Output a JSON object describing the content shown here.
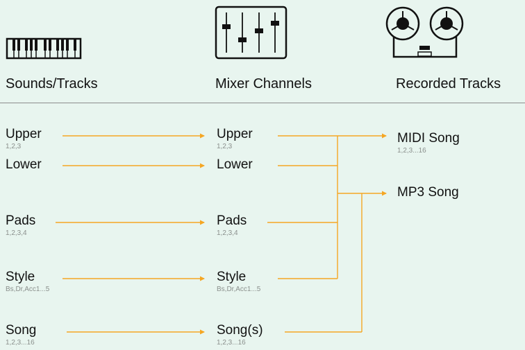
{
  "headers": {
    "sounds": "Sounds/Tracks",
    "mixer": "Mixer Channels",
    "recorded": "Recorded Tracks"
  },
  "sounds": [
    {
      "label": "Upper",
      "sub": "1,2,3"
    },
    {
      "label": "Lower",
      "sub": ""
    },
    {
      "label": "Pads",
      "sub": "1,2,3,4"
    },
    {
      "label": "Style",
      "sub": "Bs,Dr,Acc1...5"
    },
    {
      "label": "Song",
      "sub": "1,2,3...16"
    }
  ],
  "channels": [
    {
      "label": "Upper",
      "sub": "1,2,3"
    },
    {
      "label": "Lower",
      "sub": ""
    },
    {
      "label": "Pads",
      "sub": "1,2,3,4"
    },
    {
      "label": "Style",
      "sub": "Bs,Dr,Acc1...5"
    },
    {
      "label": "Song(s)",
      "sub": "1,2,3...16"
    }
  ],
  "recorded": [
    {
      "label": "MIDI Song",
      "sub": "1,2,3...16"
    },
    {
      "label": "MP3 Song",
      "sub": ""
    }
  ],
  "icons": [
    "keyboard-icon",
    "mixer-faders-icon",
    "tape-reels-icon"
  ],
  "colors": {
    "background": "#e8f5ef",
    "arrow": "#f5a623",
    "divider": "#8c8c8c",
    "text": "#111111",
    "subtext": "#8a8f8c"
  }
}
